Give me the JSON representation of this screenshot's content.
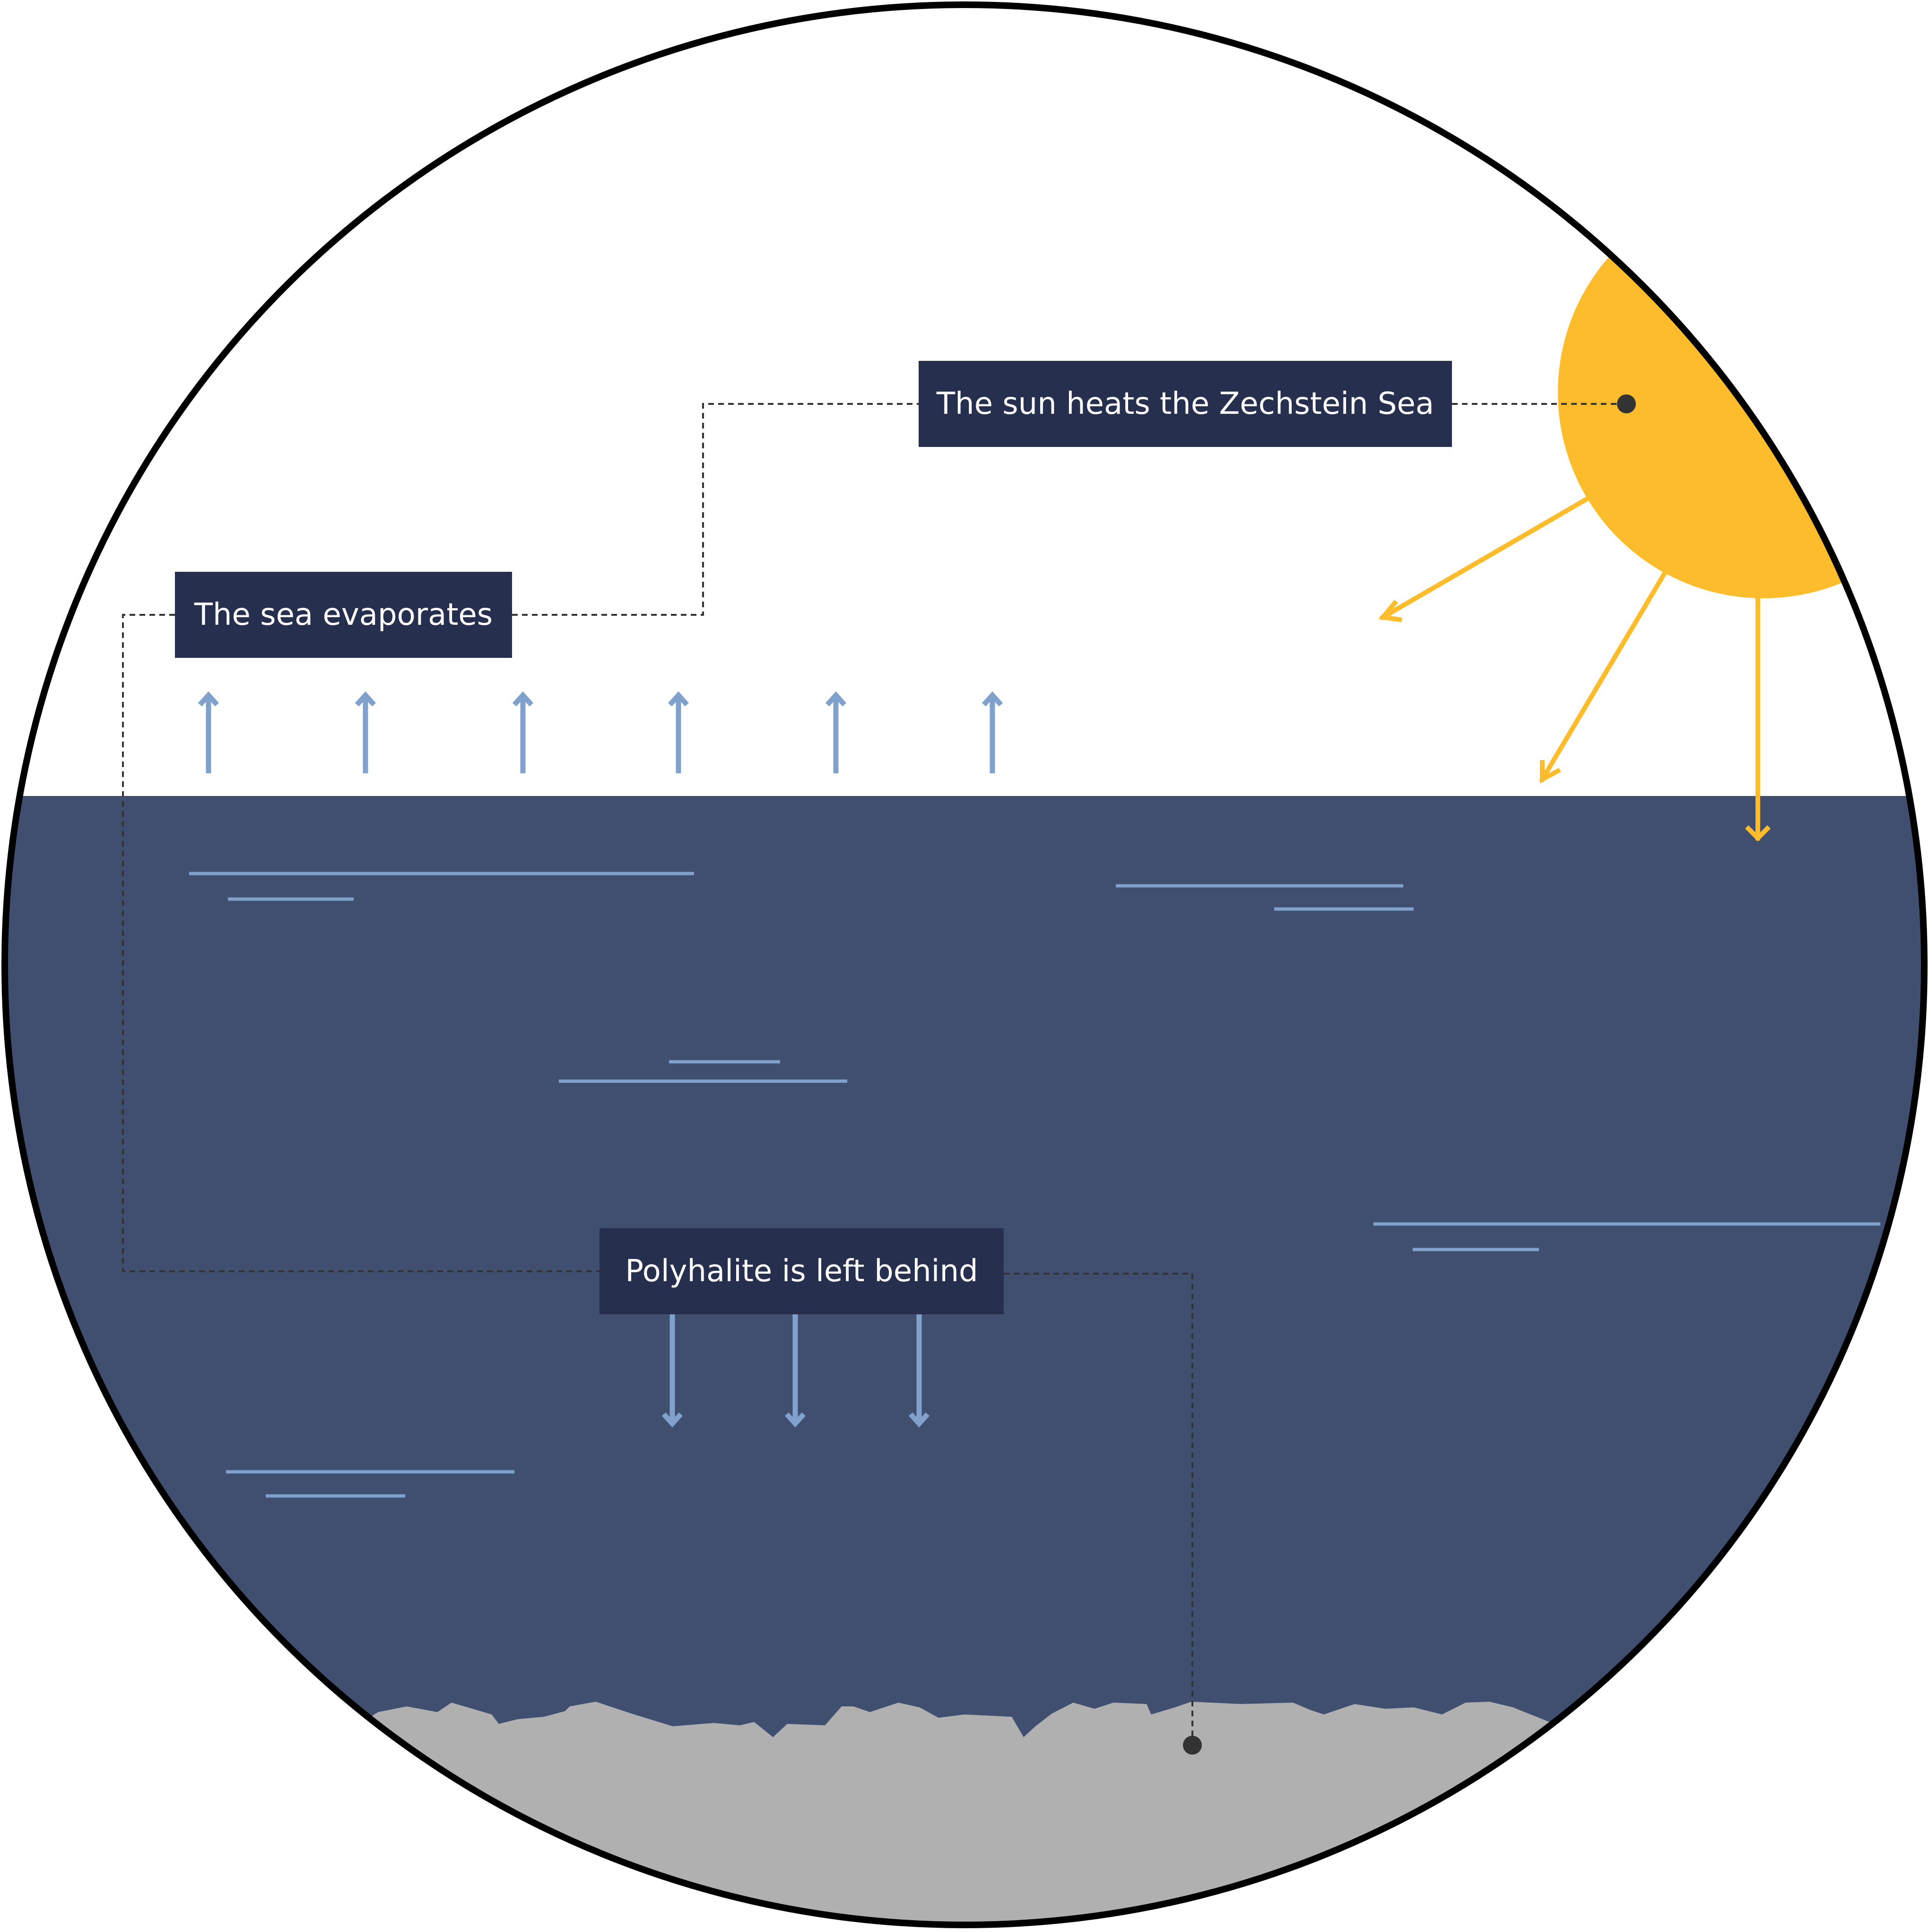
{
  "labels": {
    "sun": "The sun heats the Zechstein Sea",
    "evaporation": "The sea evaporates",
    "polyhalite": "Polyhalite is left behind"
  },
  "colors": {
    "sea": "#404e6f",
    "sky": "#ffffff",
    "sun": "#fcbc2c",
    "arrow": "#7fa1cc",
    "sediment": "#b0b0b0",
    "label_bg": "#262f4d",
    "outline": "#000000",
    "leader": "#333333"
  },
  "icons": {
    "evaporation_arrows": "arrow-up-icon",
    "deposition_arrows": "arrow-down-icon",
    "sun": "sun-icon"
  }
}
